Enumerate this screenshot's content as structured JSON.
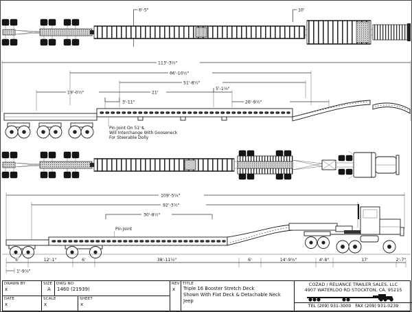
{
  "drawing": {
    "view1": {
      "dim_a": "6'-5\"",
      "dim_b": "10'"
    },
    "view2": {
      "dim_overall": "113'-3½\"",
      "dim_2": "66'-10½\"",
      "dim_3": "51'-8½\"",
      "dim_4": "19'-0½\"",
      "dim_5": "21'",
      "dim_6": "5'-1⅛\"",
      "dim_7": "3'-11\"",
      "dim_8": "26'-9½\"",
      "note_line1": "Pin Joint On 51' ℄",
      "note_line2": "Will Interchange With Gooseneck",
      "note_line3": "For Steerable Dolly"
    },
    "view4": {
      "dim_overall": "109'-5¼\"",
      "dim_2": "92'-3½\"",
      "dim_3": "30'-8½\"",
      "pin_label": "Pin Joint",
      "chain": [
        "6'",
        "12'-1\"",
        "6'",
        "38'-11½\"",
        "6'",
        "14'-9¾\"",
        "4'-8\"",
        "17'",
        "2'-7\""
      ],
      "dim_rear": "1'-9⅞\""
    }
  },
  "title_block": {
    "drawn_by_label": "DRAWN BY",
    "drawn_by_value": "x",
    "size_label": "SIZE",
    "size_value": "A",
    "dwg_no_label": "DWG NO",
    "dwg_no_value": "1460 (21939)",
    "rev_label": "REV",
    "rev_value": "x",
    "date_label": "DATE",
    "date_value": "x",
    "scale_label": "SCALE",
    "scale_value": "x",
    "sheet_label": "SHEET",
    "sheet_value": "x",
    "title_label": "TITLE",
    "title_line1": "Triple 16 Booster Stretch Deck",
    "title_line2": "Shown With Flat Deck & Detachable Neck",
    "title_line3": "Jeep",
    "company_line1": "COZAD / RELIANCE TRAILER SALES, LLC",
    "company_line2": "4907 WATERLOO RD STOCKTON, CA. 95215",
    "company_tel": "TEL (209) 931-3000",
    "company_fax": "FAX (209) 931-0239"
  }
}
